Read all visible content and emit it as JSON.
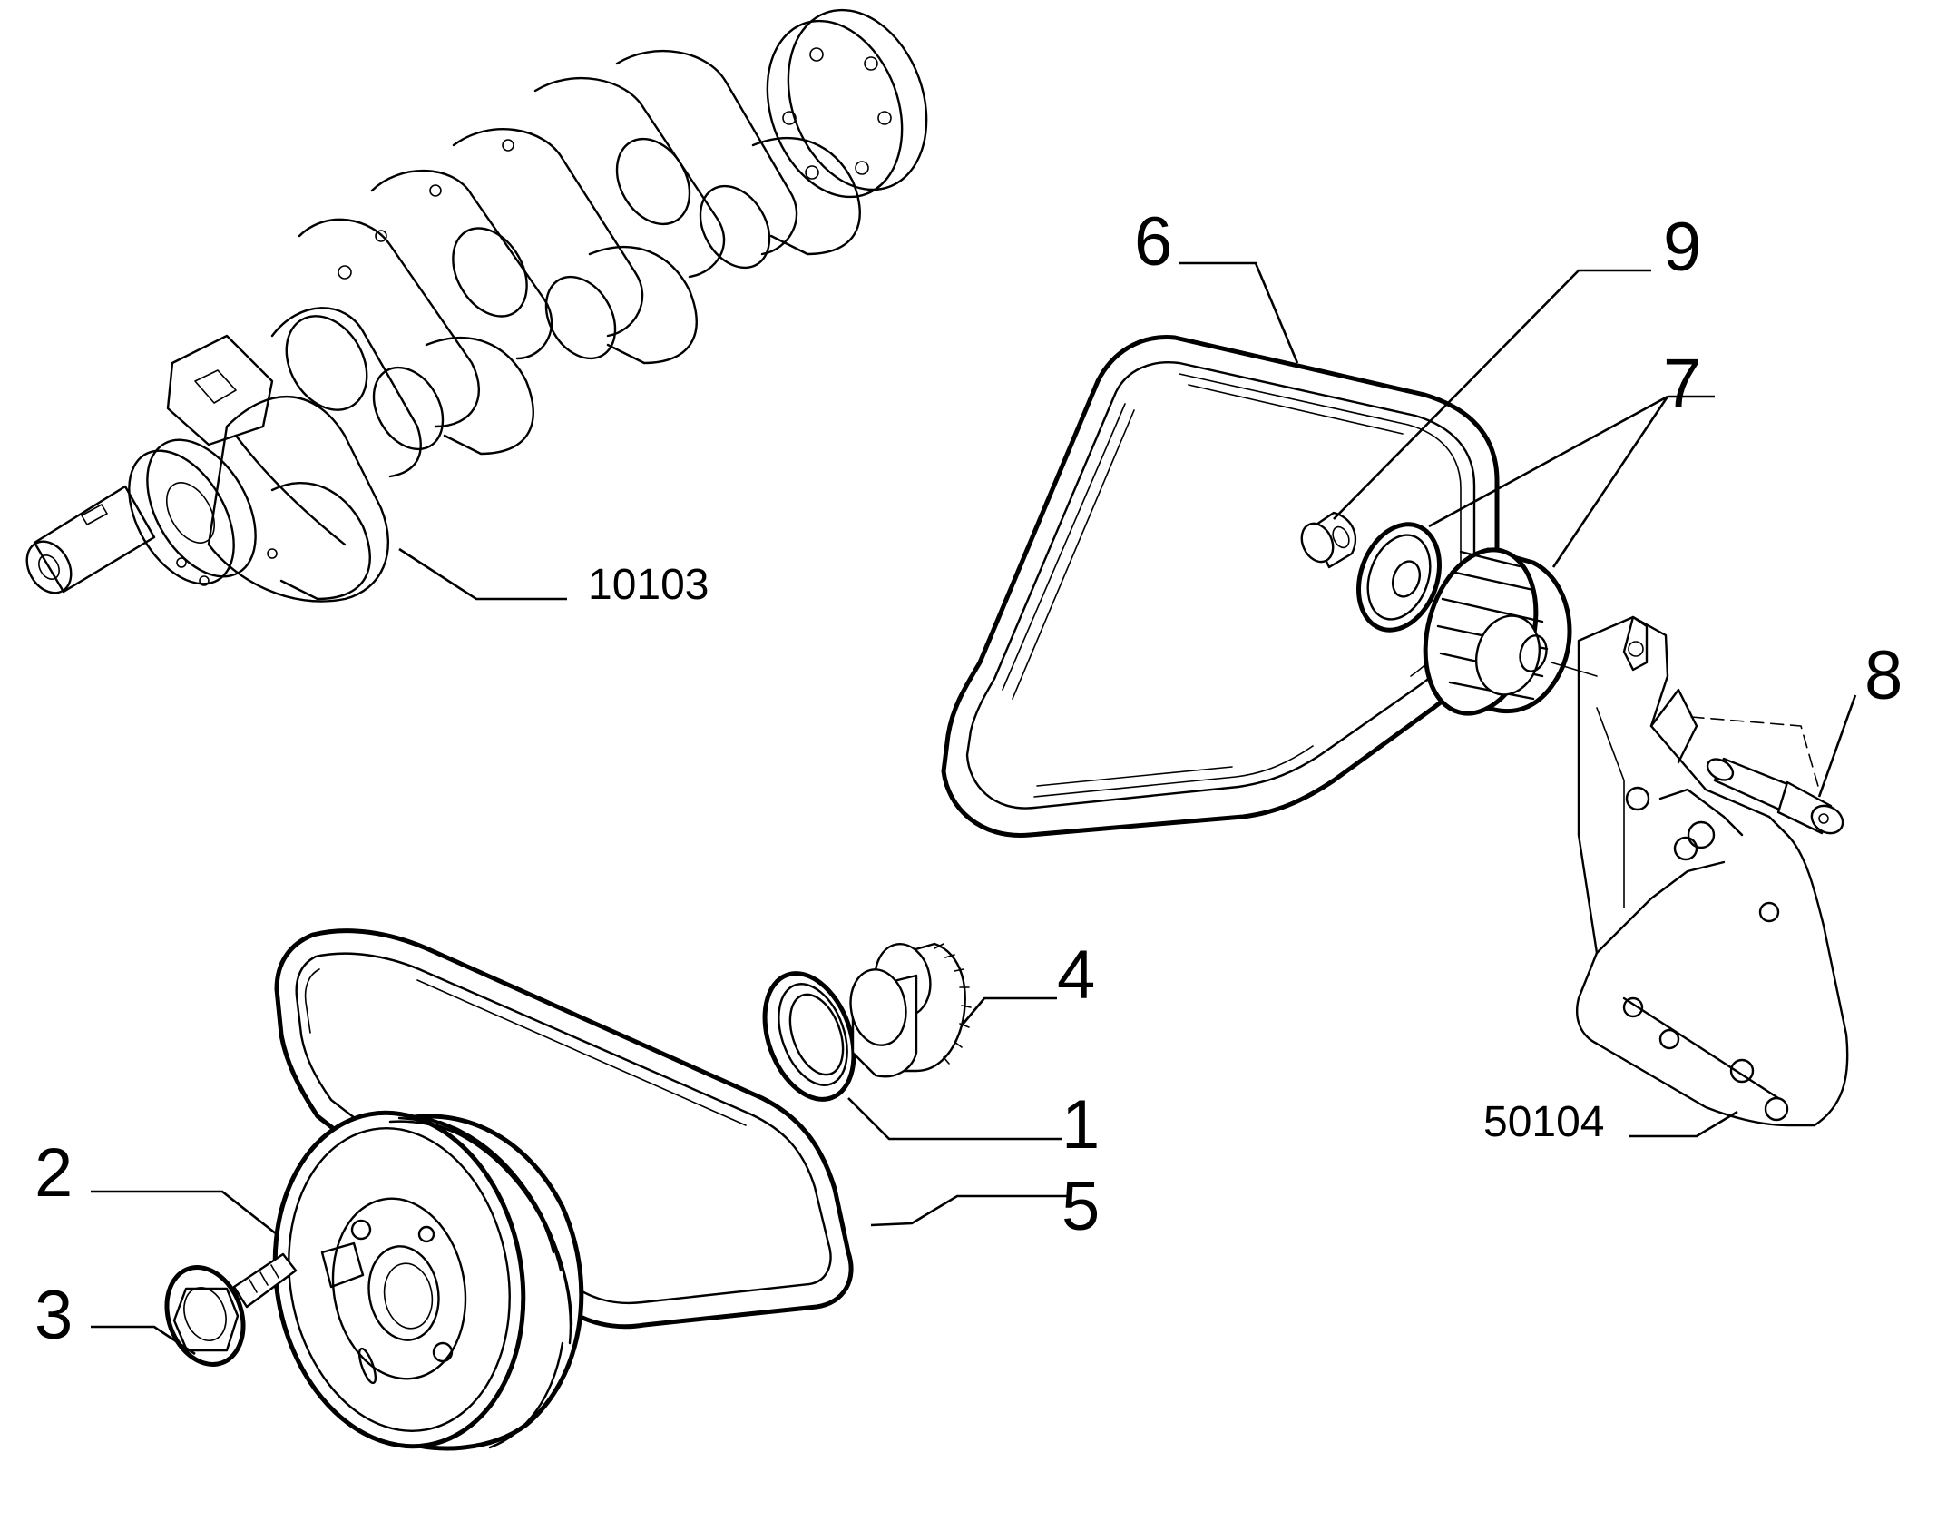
{
  "callouts": [
    {
      "id": "1",
      "label": "1"
    },
    {
      "id": "2",
      "label": "2"
    },
    {
      "id": "3",
      "label": "3"
    },
    {
      "id": "4",
      "label": "4"
    },
    {
      "id": "5",
      "label": "5"
    },
    {
      "id": "6",
      "label": "6"
    },
    {
      "id": "7",
      "label": "7"
    },
    {
      "id": "8",
      "label": "8"
    },
    {
      "id": "9",
      "label": "9"
    }
  ],
  "references": [
    {
      "id": "crankshaft",
      "label": "10103"
    },
    {
      "id": "bracket",
      "label": "50104"
    }
  ]
}
